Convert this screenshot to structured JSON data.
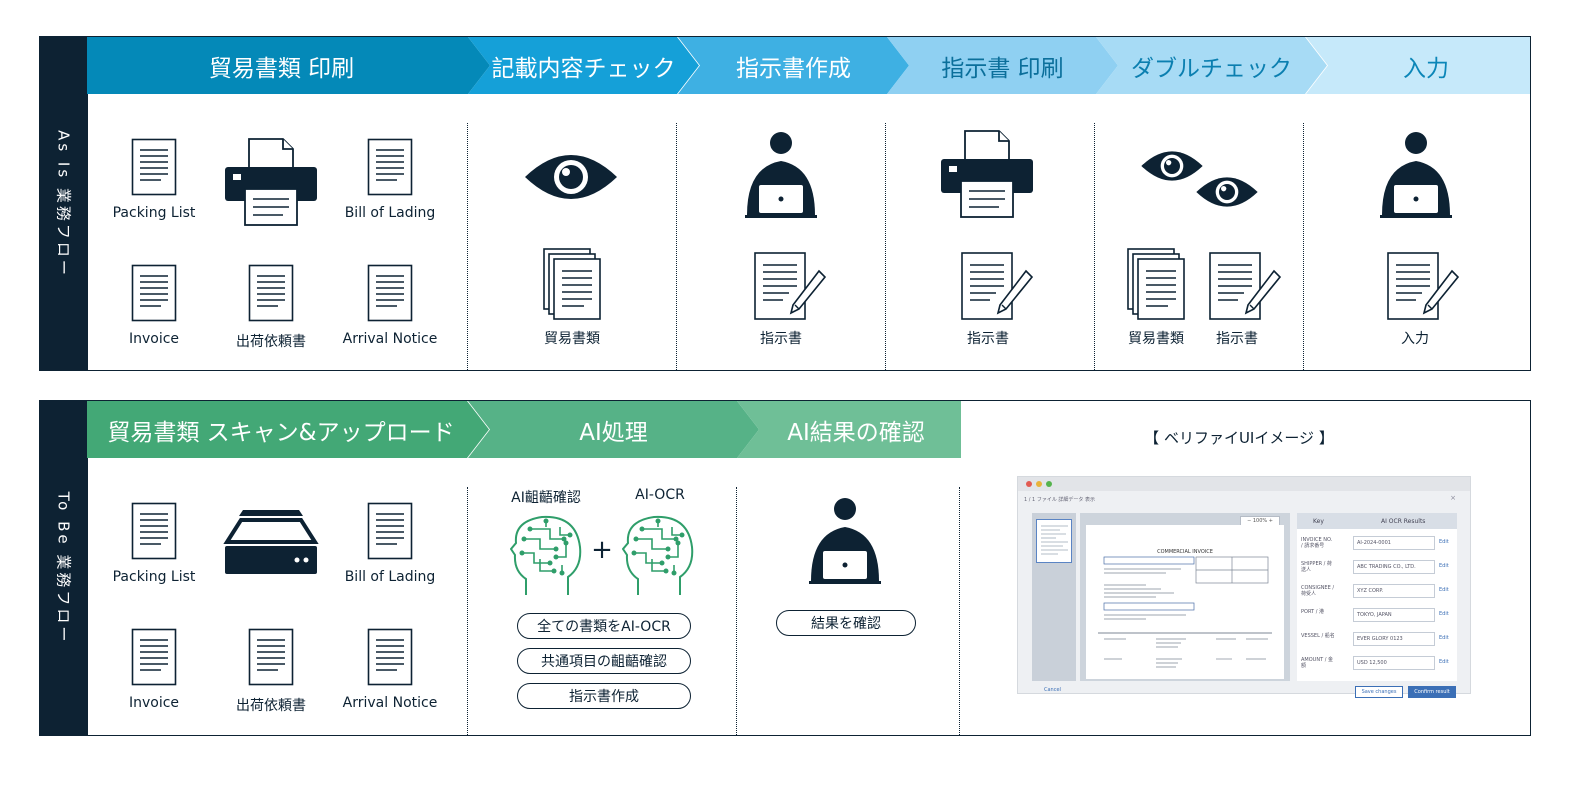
{
  "as_is": {
    "side_label": "As Is 業務フロー",
    "steps": [
      {
        "label": "貿易書類 印刷",
        "color": "#0489b8"
      },
      {
        "label": "記載内容チェック",
        "color": "#15a0d8"
      },
      {
        "label": "指示書作成",
        "color": "#3eb0e3"
      },
      {
        "label": "指示書 印刷",
        "color": "#8fd0f2",
        "text_color": "#0b6f9b"
      },
      {
        "label": "ダブルチェック",
        "color": "#a7dbf5",
        "text_color": "#0b7fb0"
      },
      {
        "label": "入力",
        "color": "#c6e9fa",
        "text_color": "#0b86b8"
      }
    ],
    "docs": [
      "Packing List",
      "Bill of Lading",
      "Invoice",
      "出荷依頼書",
      "Arrival Notice"
    ],
    "labels": {
      "trade_docs_1": "貿易書類",
      "instruction_1": "指示書",
      "instruction_2": "指示書",
      "trade_docs_2": "貿易書類",
      "instruction_3": "指示書",
      "input": "入力"
    }
  },
  "to_be": {
    "side_label": "To Be 業務フロー",
    "steps": [
      {
        "label": "貿易書類 スキャン&アップロード",
        "color": "#43a876"
      },
      {
        "label": "AI処理",
        "color": "#56b287"
      },
      {
        "label": "AI結果の確認",
        "color": "#6fbf97"
      }
    ],
    "docs": [
      "Packing List",
      "Bill of Lading",
      "Invoice",
      "出荷依頼書",
      "Arrival Notice"
    ],
    "ai": {
      "left_label": "AI齟齬確認",
      "right_label": "AI-OCR",
      "plus": "+",
      "pills": [
        "全ての書類をAI-OCR",
        "共通項目の齟齬確認",
        "指示書作成"
      ]
    },
    "confirm_pill": "結果を確認",
    "verify_title": "【 ベリファイUIイメージ 】",
    "mock": {
      "toolbar_text": "1 / 1  ファイル  詳細データ  表示",
      "close": "×",
      "zoom": "−  100%  +",
      "doc_title": "COMMERCIAL INVOICE",
      "header_key": "Key",
      "header_result": "AI OCR Results",
      "rows": [
        {
          "key": "INVOICE NO. / 請求番号",
          "value": "AI-2024-0001",
          "link": "Edit"
        },
        {
          "key": "SHIPPER / 荷送人",
          "value": "ABC TRADING CO., LTD.",
          "link": "Edit"
        },
        {
          "key": "CONSIGNEE / 荷受人",
          "value": "XYZ CORP.",
          "link": "Edit"
        },
        {
          "key": "PORT / 港",
          "value": "TOKYO, JAPAN",
          "link": "Edit"
        },
        {
          "key": "VESSEL / 船名",
          "value": "EVER GLORY 0123",
          "link": "Edit"
        },
        {
          "key": "AMOUNT / 金額",
          "value": "USD 12,500",
          "link": "Edit"
        }
      ],
      "cancel": "Cancel",
      "save": "Save changes",
      "confirm": "Confirm result"
    }
  },
  "colors": {
    "navy": "#0d2233",
    "blue": "#0489b8",
    "green": "#43a876",
    "ai_green": "#2f9e6a"
  }
}
